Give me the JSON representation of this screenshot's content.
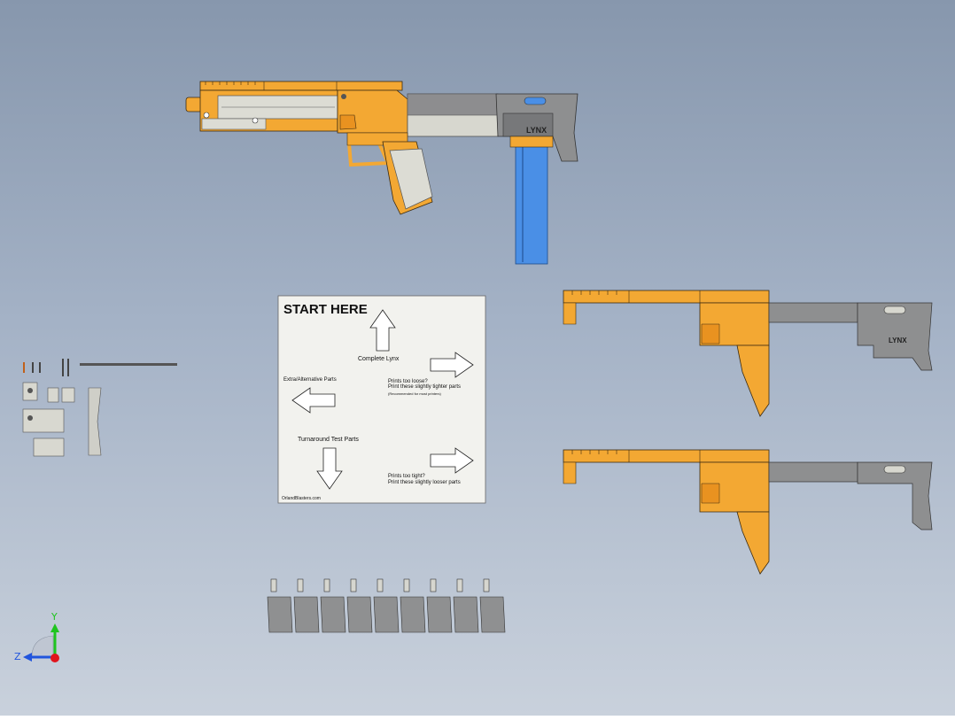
{
  "viewport": {
    "background_top": "#8797ad",
    "background_bottom": "#c9d1dc",
    "part_orange": "#f3a833",
    "part_grey": "#8e8f90",
    "part_silver": "#d9d9d2",
    "part_blue": "#4a8fe6"
  },
  "start_sheet": {
    "title": "START HERE",
    "complete_label": "Complete Lynx",
    "extra_label": "Extra/Alternative Parts",
    "too_loose_line1": "Prints too loose?",
    "too_loose_line2": "Print these slightly tighter parts",
    "too_loose_note": "(Recommended for most printers)",
    "turnaround_label": "Turnaround Test Parts",
    "too_tight_line1": "Prints too tight?",
    "too_tight_line2": "Print these slightly looser parts",
    "website": "OrlandBlasters.com"
  },
  "markings": {
    "brand": "LYNX",
    "brand_small": "LYNX"
  },
  "triad": {
    "y_label": "Y",
    "z_label": "Z",
    "y_color": "#1fc41f",
    "z_color": "#2255dd",
    "origin_color": "#e0141c"
  }
}
